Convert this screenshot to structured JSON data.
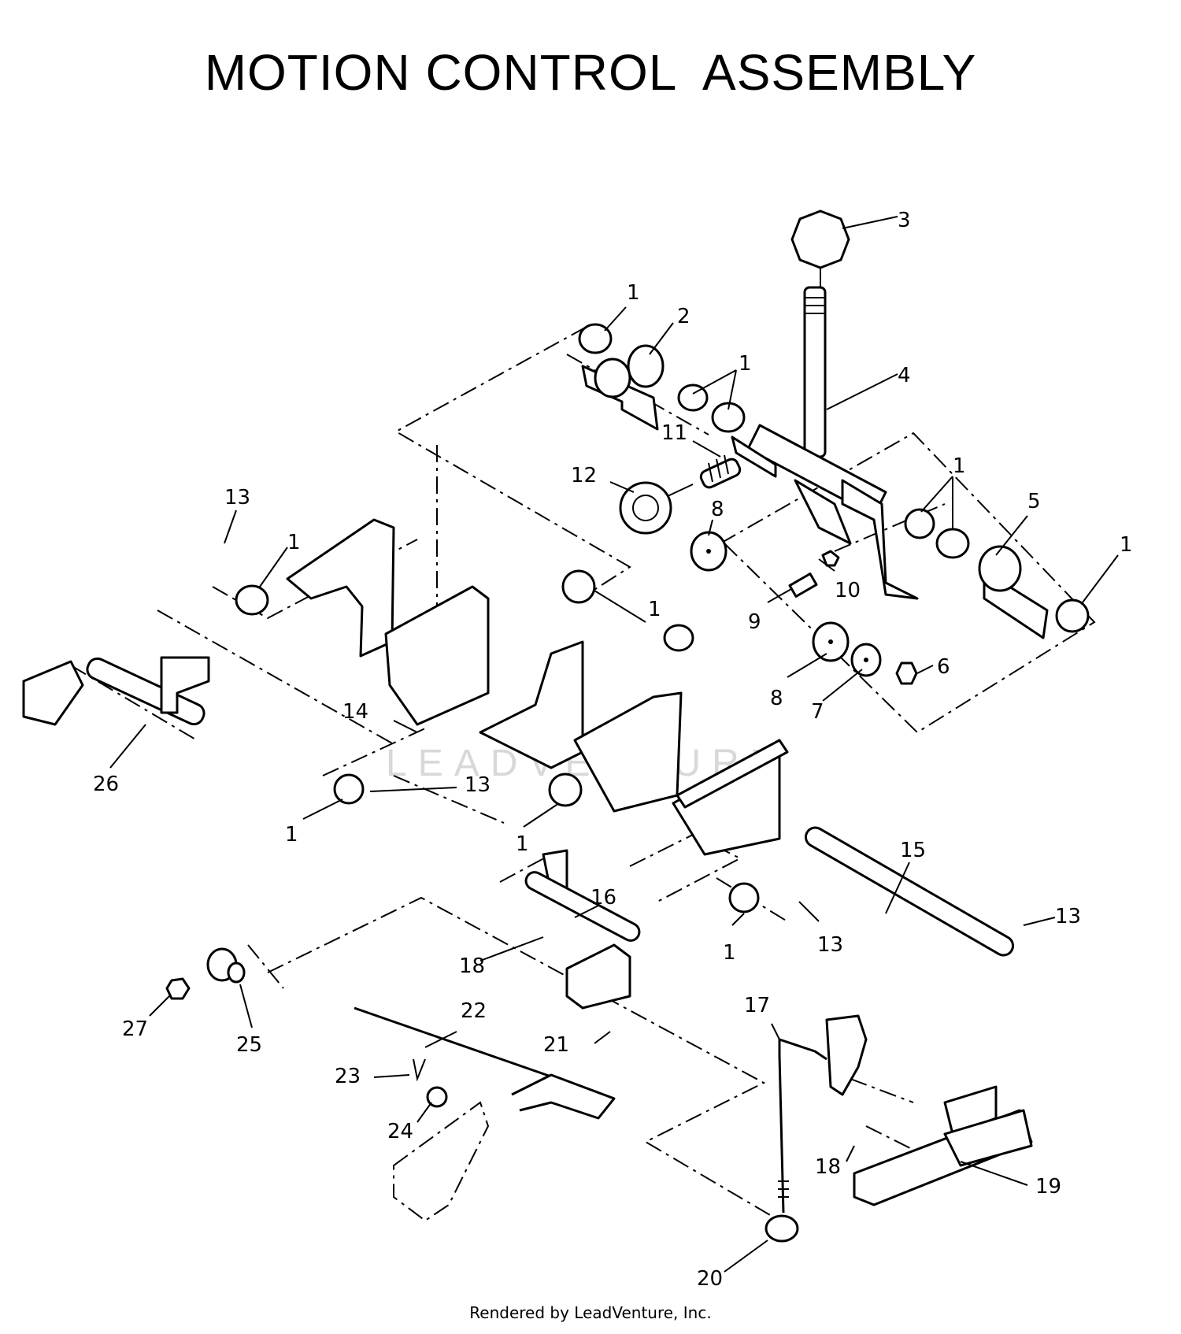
{
  "title": "MOTION CONTROL  ASSEMBLY",
  "watermark": "LEADVENTURE",
  "footer": "Rendered by LeadVenture, Inc.",
  "callouts": [
    "1",
    "2",
    "1",
    "3",
    "4",
    "11",
    "12",
    "8",
    "1",
    "5",
    "1",
    "10",
    "9",
    "1",
    "8",
    "7",
    "6",
    "13",
    "1",
    "26",
    "14",
    "13",
    "1",
    "1",
    "16",
    "15",
    "18",
    "1",
    "13",
    "13",
    "27",
    "25",
    "22",
    "21",
    "17",
    "23",
    "24",
    "18",
    "19",
    "20"
  ]
}
